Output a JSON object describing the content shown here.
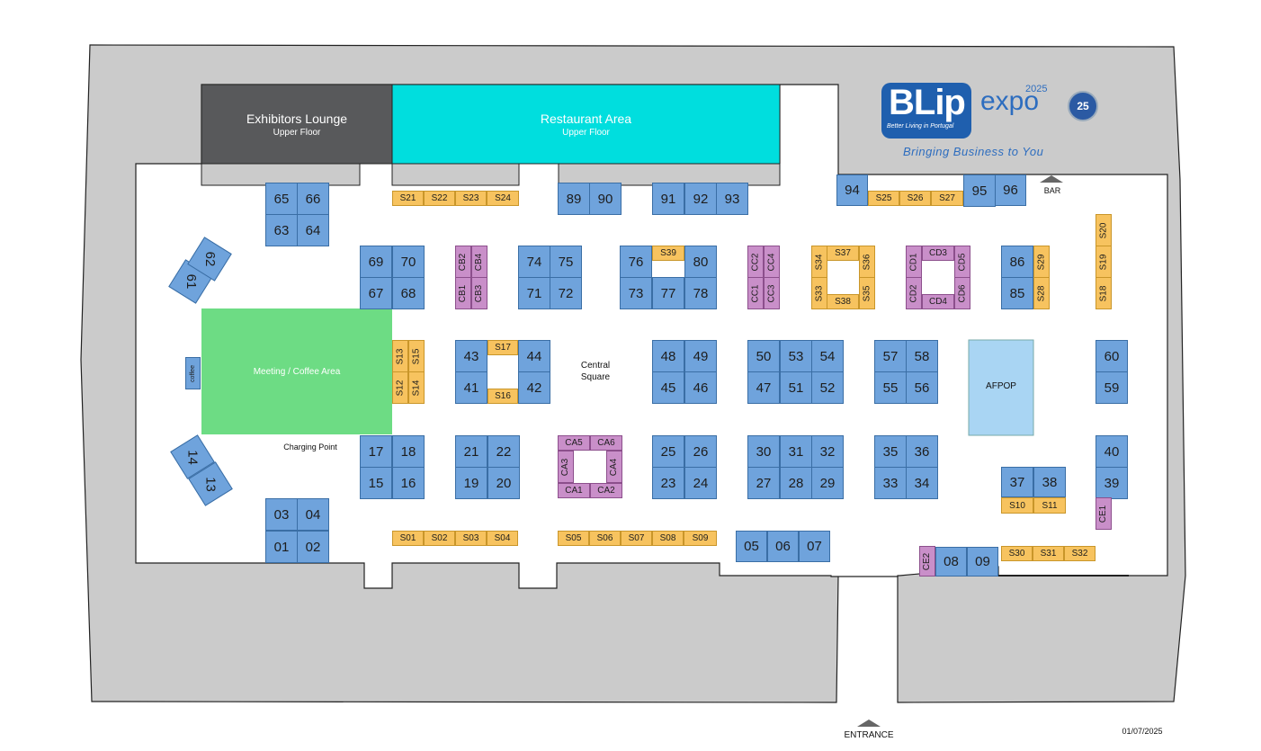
{
  "logo": {
    "brand": "BLip",
    "tagline": "Better Living in Portugal",
    "expo": "expo",
    "year": "2025",
    "slogan": "Bringing Business to You",
    "badge": "25"
  },
  "areas": {
    "lounge_title": "Exhibitors Lounge",
    "lounge_sub": "Upper Floor",
    "restaurant_title": "Restaurant Area",
    "restaurant_sub": "Upper Floor",
    "meeting_title": "Meeting / Coffee Area",
    "coffee": "coffee",
    "afpop": "AFPOP"
  },
  "labels": {
    "central_square": "Central Square",
    "charging_point": "Charging Point",
    "bar": "BAR",
    "entrance": "ENTRANCE",
    "date": "01/07/2025"
  },
  "colors": {
    "booth_blue": "#6fa3dc",
    "sponsor_yellow": "#f7c35f",
    "cluster_purple": "#c98fc9",
    "meeting_green": "#6ddc84",
    "restaurant_cyan": "#00dede",
    "lounge_dark": "#58595b",
    "afpop_light": "#a9d5f3",
    "hall_gray": "#cbcbcb"
  },
  "booths": [
    "01",
    "02",
    "03",
    "04",
    "05",
    "06",
    "07",
    "08",
    "09",
    "13",
    "14",
    "15",
    "16",
    "17",
    "18",
    "19",
    "20",
    "21",
    "22",
    "23",
    "24",
    "25",
    "26",
    "27",
    "28",
    "29",
    "30",
    "31",
    "32",
    "33",
    "34",
    "35",
    "36",
    "37",
    "38",
    "39",
    "40",
    "41",
    "42",
    "43",
    "44",
    "45",
    "46",
    "47",
    "48",
    "49",
    "50",
    "51",
    "52",
    "53",
    "54",
    "55",
    "56",
    "57",
    "58",
    "59",
    "60",
    "61",
    "62",
    "63",
    "64",
    "65",
    "66",
    "67",
    "68",
    "69",
    "70",
    "71",
    "72",
    "73",
    "74",
    "75",
    "76",
    "77",
    "78",
    "80",
    "85",
    "86",
    "89",
    "90",
    "91",
    "92",
    "93",
    "94",
    "95",
    "96",
    "S01",
    "S02",
    "S03",
    "S04",
    "S05",
    "S06",
    "S07",
    "S08",
    "S09",
    "S10",
    "S11",
    "S12",
    "S13",
    "S14",
    "S15",
    "S16",
    "S17",
    "S18",
    "S19",
    "S20",
    "S21",
    "S22",
    "S23",
    "S24",
    "S25",
    "S26",
    "S27",
    "S28",
    "S29",
    "S30",
    "S31",
    "S32",
    "S33",
    "S34",
    "S35",
    "S36",
    "S37",
    "S38",
    "S39",
    "CA1",
    "CA2",
    "CA3",
    "CA4",
    "CA5",
    "CA6",
    "CB1",
    "CB2",
    "CB3",
    "CB4",
    "CC1",
    "CC2",
    "CC3",
    "CC4",
    "CD1",
    "CD2",
    "CD3",
    "CD4",
    "CD5",
    "CD6",
    "CE1",
    "CE2"
  ]
}
